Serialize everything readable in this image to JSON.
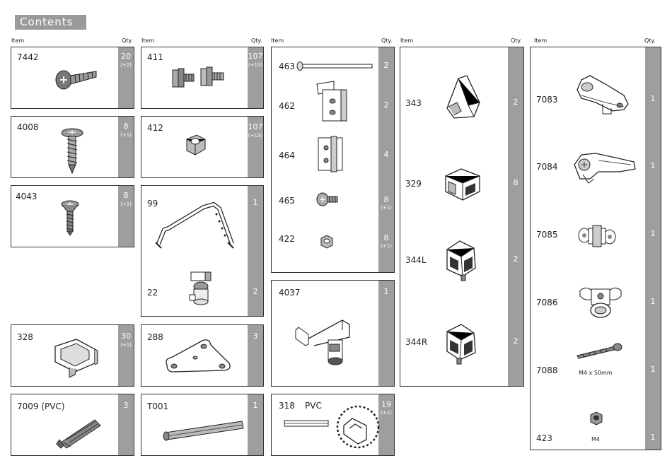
{
  "title": "Contents",
  "headers": {
    "item": "Item",
    "qty": "Qty."
  },
  "parts": {
    "p7442": {
      "code": "7442",
      "qty": "20",
      "spare": "(+2)"
    },
    "p4008": {
      "code": "4008",
      "qty": "8",
      "spare": "(+1)"
    },
    "p4043": {
      "code": "4043",
      "qty": "8",
      "spare": "(+1)"
    },
    "p328": {
      "code": "328",
      "qty": "30",
      "spare": "(+1)"
    },
    "p7009": {
      "code": "7009 (PVC)",
      "qty": "3"
    },
    "p411": {
      "code": "411",
      "qty": "107",
      "spare": "(+13)"
    },
    "p412": {
      "code": "412",
      "qty": "107",
      "spare": "(+13)"
    },
    "p99": {
      "code": "99",
      "qty": "1"
    },
    "p22": {
      "code": "22",
      "qty": "2"
    },
    "p288": {
      "code": "288",
      "qty": "3"
    },
    "pT001": {
      "code": "T001",
      "qty": "1"
    },
    "p463": {
      "code": "463",
      "qty": "2"
    },
    "p462": {
      "code": "462",
      "qty": "2"
    },
    "p464": {
      "code": "464",
      "qty": "4"
    },
    "p465": {
      "code": "465",
      "qty": "8",
      "spare": "(+1)"
    },
    "p422": {
      "code": "422",
      "qty": "8",
      "spare": "(+1)"
    },
    "p4037": {
      "code": "4037",
      "qty": "1"
    },
    "p318": {
      "code": "318",
      "material": "PVC",
      "qty": "19",
      "spare": "(+1)"
    },
    "p343": {
      "code": "343",
      "qty": "2"
    },
    "p329": {
      "code": "329",
      "qty": "8"
    },
    "p344L": {
      "code": "344L",
      "qty": "2"
    },
    "p344R": {
      "code": "344R",
      "qty": "2"
    },
    "p7083": {
      "code": "7083",
      "qty": "1"
    },
    "p7084": {
      "code": "7084",
      "qty": "1"
    },
    "p7085": {
      "code": "7085",
      "qty": "1"
    },
    "p7086": {
      "code": "7086",
      "qty": "1"
    },
    "p7088": {
      "code": "7088",
      "qty": "1",
      "caption": "M4 x 50mm"
    },
    "p423": {
      "code": "423",
      "qty": "1",
      "caption": "M4"
    }
  }
}
